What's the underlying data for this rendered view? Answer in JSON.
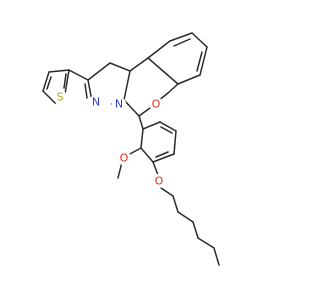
{
  "atoms": {
    "sulfur": {
      "text": "S",
      "color": "#b8a400"
    },
    "nitrogen_left": {
      "text": "N",
      "color": "#2e3ee0"
    },
    "nitrogen_right": {
      "text": "N",
      "color": "#2e3ee0"
    },
    "oxygen_ring": {
      "text": "O",
      "color": "#e0301e"
    },
    "oxygen_methoxy": {
      "text": "O",
      "color": "#e0301e"
    },
    "oxygen_ether": {
      "text": "O",
      "color": "#e0301e"
    }
  },
  "colors": {
    "bond": "#2b2b2b",
    "background": "#ffffff"
  }
}
